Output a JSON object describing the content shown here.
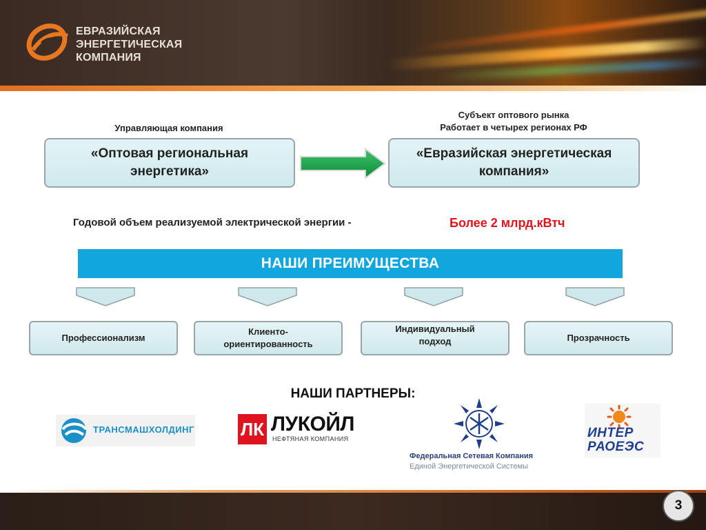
{
  "brand": {
    "logo_lines": [
      "ЕВРАЗИЙСКАЯ",
      "ЭНЕРГЕТИЧЕСКАЯ",
      "КОМПАНИЯ"
    ],
    "accent_color": "#e87722"
  },
  "flow": {
    "left_label": "Управляющая компания",
    "left_box": "«Оптовая региональная энергетика»",
    "right_label_line1": "Субъект оптового рынка",
    "right_label_line2": "Работает в четырех регионах РФ",
    "right_box": "«Евразийская энергетическая компания»",
    "arrow_color": "#1aa34a"
  },
  "volume": {
    "label": "Годовой объем реализуемой электрической энергии -",
    "value": "Более 2 млрд.кВтч",
    "value_color": "#e0141e"
  },
  "advantages": {
    "title": "НАШИ ПРЕИМУЩЕСТВА",
    "banner_color": "#11a6de",
    "items": [
      "Профессионализм",
      "Клиенто-ориентированность",
      "Индивидуальный подход",
      "Прозрачность"
    ],
    "item_lines": [
      [
        "Профессионализм"
      ],
      [
        "Клиенто-",
        "ориентированность"
      ],
      [
        "Индивидуальный",
        "подход"
      ],
      [
        "Прозрачность"
      ]
    ]
  },
  "partners": {
    "title": "НАШИ ПАРТНЕРЫ:",
    "items": [
      {
        "name": "ТРАНСМАШХОЛДИНГ",
        "icon": "transmash-logo-icon"
      },
      {
        "name": "ЛУКОЙЛ",
        "subtitle": "НЕФТЯНАЯ КОМПАНИЯ",
        "mark": "ЛК",
        "icon": "lukoil-logo-icon"
      },
      {
        "name": "Федеральная Сетевая Компания",
        "subtitle": "Единой Энергетической Системы",
        "icon": "fsk-logo-icon"
      },
      {
        "name_line1": "ИНТЕР",
        "name_line2": "РАОЕЭС",
        "icon": "inter-rao-logo-icon"
      }
    ]
  },
  "footer": {
    "page_number": "3"
  }
}
